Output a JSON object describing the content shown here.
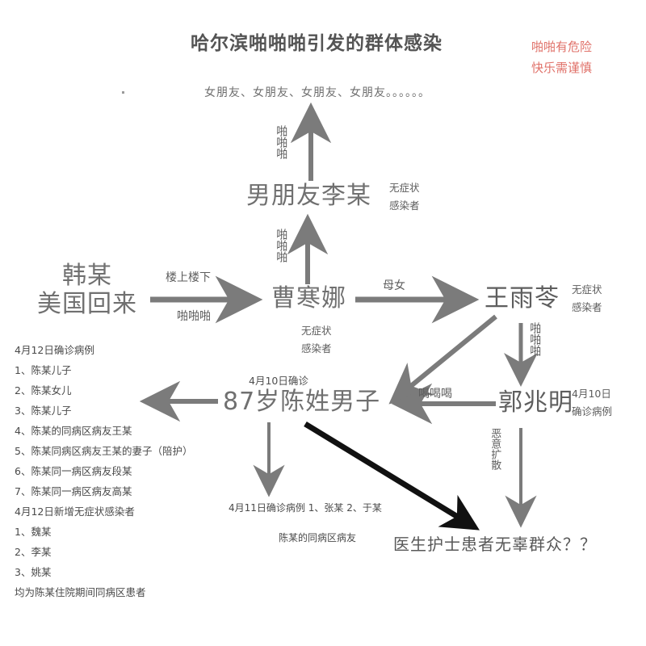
{
  "title": "哈尔滨啪啪啪引发的群体感染",
  "warning": {
    "line1": "啪啪有危险",
    "line2": "快乐需谨慎",
    "color": "#e0726a"
  },
  "nodes": {
    "girlfriends": "女朋友、女朋友、女朋友、女朋友。。。。。。",
    "boyfriend": {
      "name": "男朋友李某",
      "tag_line1": "无症状",
      "tag_line2": "感染者"
    },
    "han": {
      "name_line1": "韩某",
      "name_line2": "美国回来"
    },
    "cao": {
      "name": "曹寒娜",
      "tag_line1": "无症状",
      "tag_line2": "感染者"
    },
    "wang": {
      "name": "王雨苓",
      "tag_line1": "无症状",
      "tag_line2": "感染者"
    },
    "guo": {
      "name": "郭兆明",
      "tag_line1": "4月10日",
      "tag_line2": "确诊病例"
    },
    "chen": {
      "name": "87岁陈姓男子",
      "date_label": "4月10日确诊"
    },
    "outcome": "医生护士患者无辜群众？？"
  },
  "edges": {
    "han_to_cao_top": "楼上楼下",
    "han_to_cao_bottom": "啪啪啪",
    "cao_to_boyfriend": "啪啪啪",
    "boyfriend_to_girlfriends": "啪啪啪",
    "cao_to_wang": "母女",
    "wang_to_guo": "啪啪啪",
    "guo_to_chen": "喝喝喝",
    "guo_to_outcome": "恶意扩散"
  },
  "left_list": {
    "header1": "4月12日确诊病例",
    "items1": [
      "1、陈某儿子",
      "2、陈某女儿",
      "3、陈某儿子",
      "4、陈某的同病区病友王某",
      "5、陈某同病区病友王某的妻子（陪护）",
      "6、陈某同一病区病友段某",
      "7、陈某同一病区病友高某"
    ],
    "header2": "4月12日新增无症状感染者",
    "items2": [
      "1、魏某",
      "2、李某",
      "3、姚某"
    ],
    "footer": "均为陈某住院期间同病区患者"
  },
  "bottom_list": {
    "header": "4月11日确诊病例",
    "items": [
      "1、张某",
      "2、于某"
    ],
    "note": "陈某的同病区病友"
  },
  "colors": {
    "arrow_gray": "#7b7b7b",
    "arrow_black": "#111111",
    "text_gray": "#6b6b6b"
  }
}
